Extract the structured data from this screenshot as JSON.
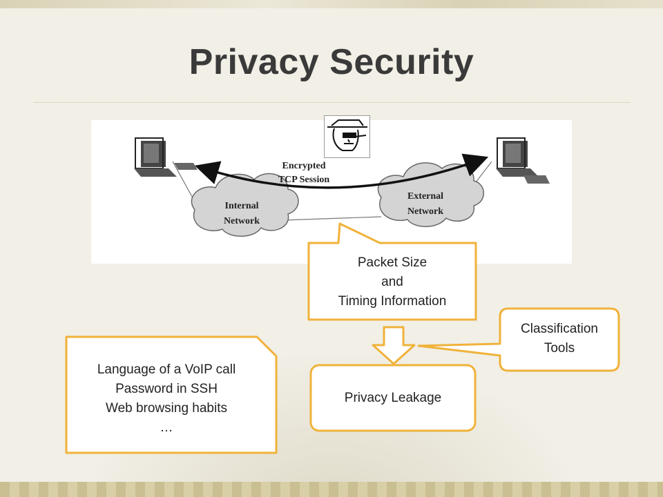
{
  "slide": {
    "title": "Privacy Security"
  },
  "figure": {
    "encrypted_line1": "Encrypted",
    "encrypted_line2": "TCP Session",
    "internal_line1": "Internal",
    "internal_line2": "Network",
    "external_line1": "External",
    "external_line2": "Network"
  },
  "callouts": {
    "packet": [
      "Packet Size",
      "and",
      "Timing Information"
    ],
    "classification": [
      "Classification",
      "Tools"
    ],
    "examples": [
      "Language of a VoIP call",
      "Password in SSH",
      "Web browsing habits",
      "…"
    ]
  },
  "boxes": {
    "leakage": "Privacy Leakage"
  },
  "colors": {
    "accent_orange": "#f0b23a",
    "title_gray": "#3a3a3a"
  }
}
